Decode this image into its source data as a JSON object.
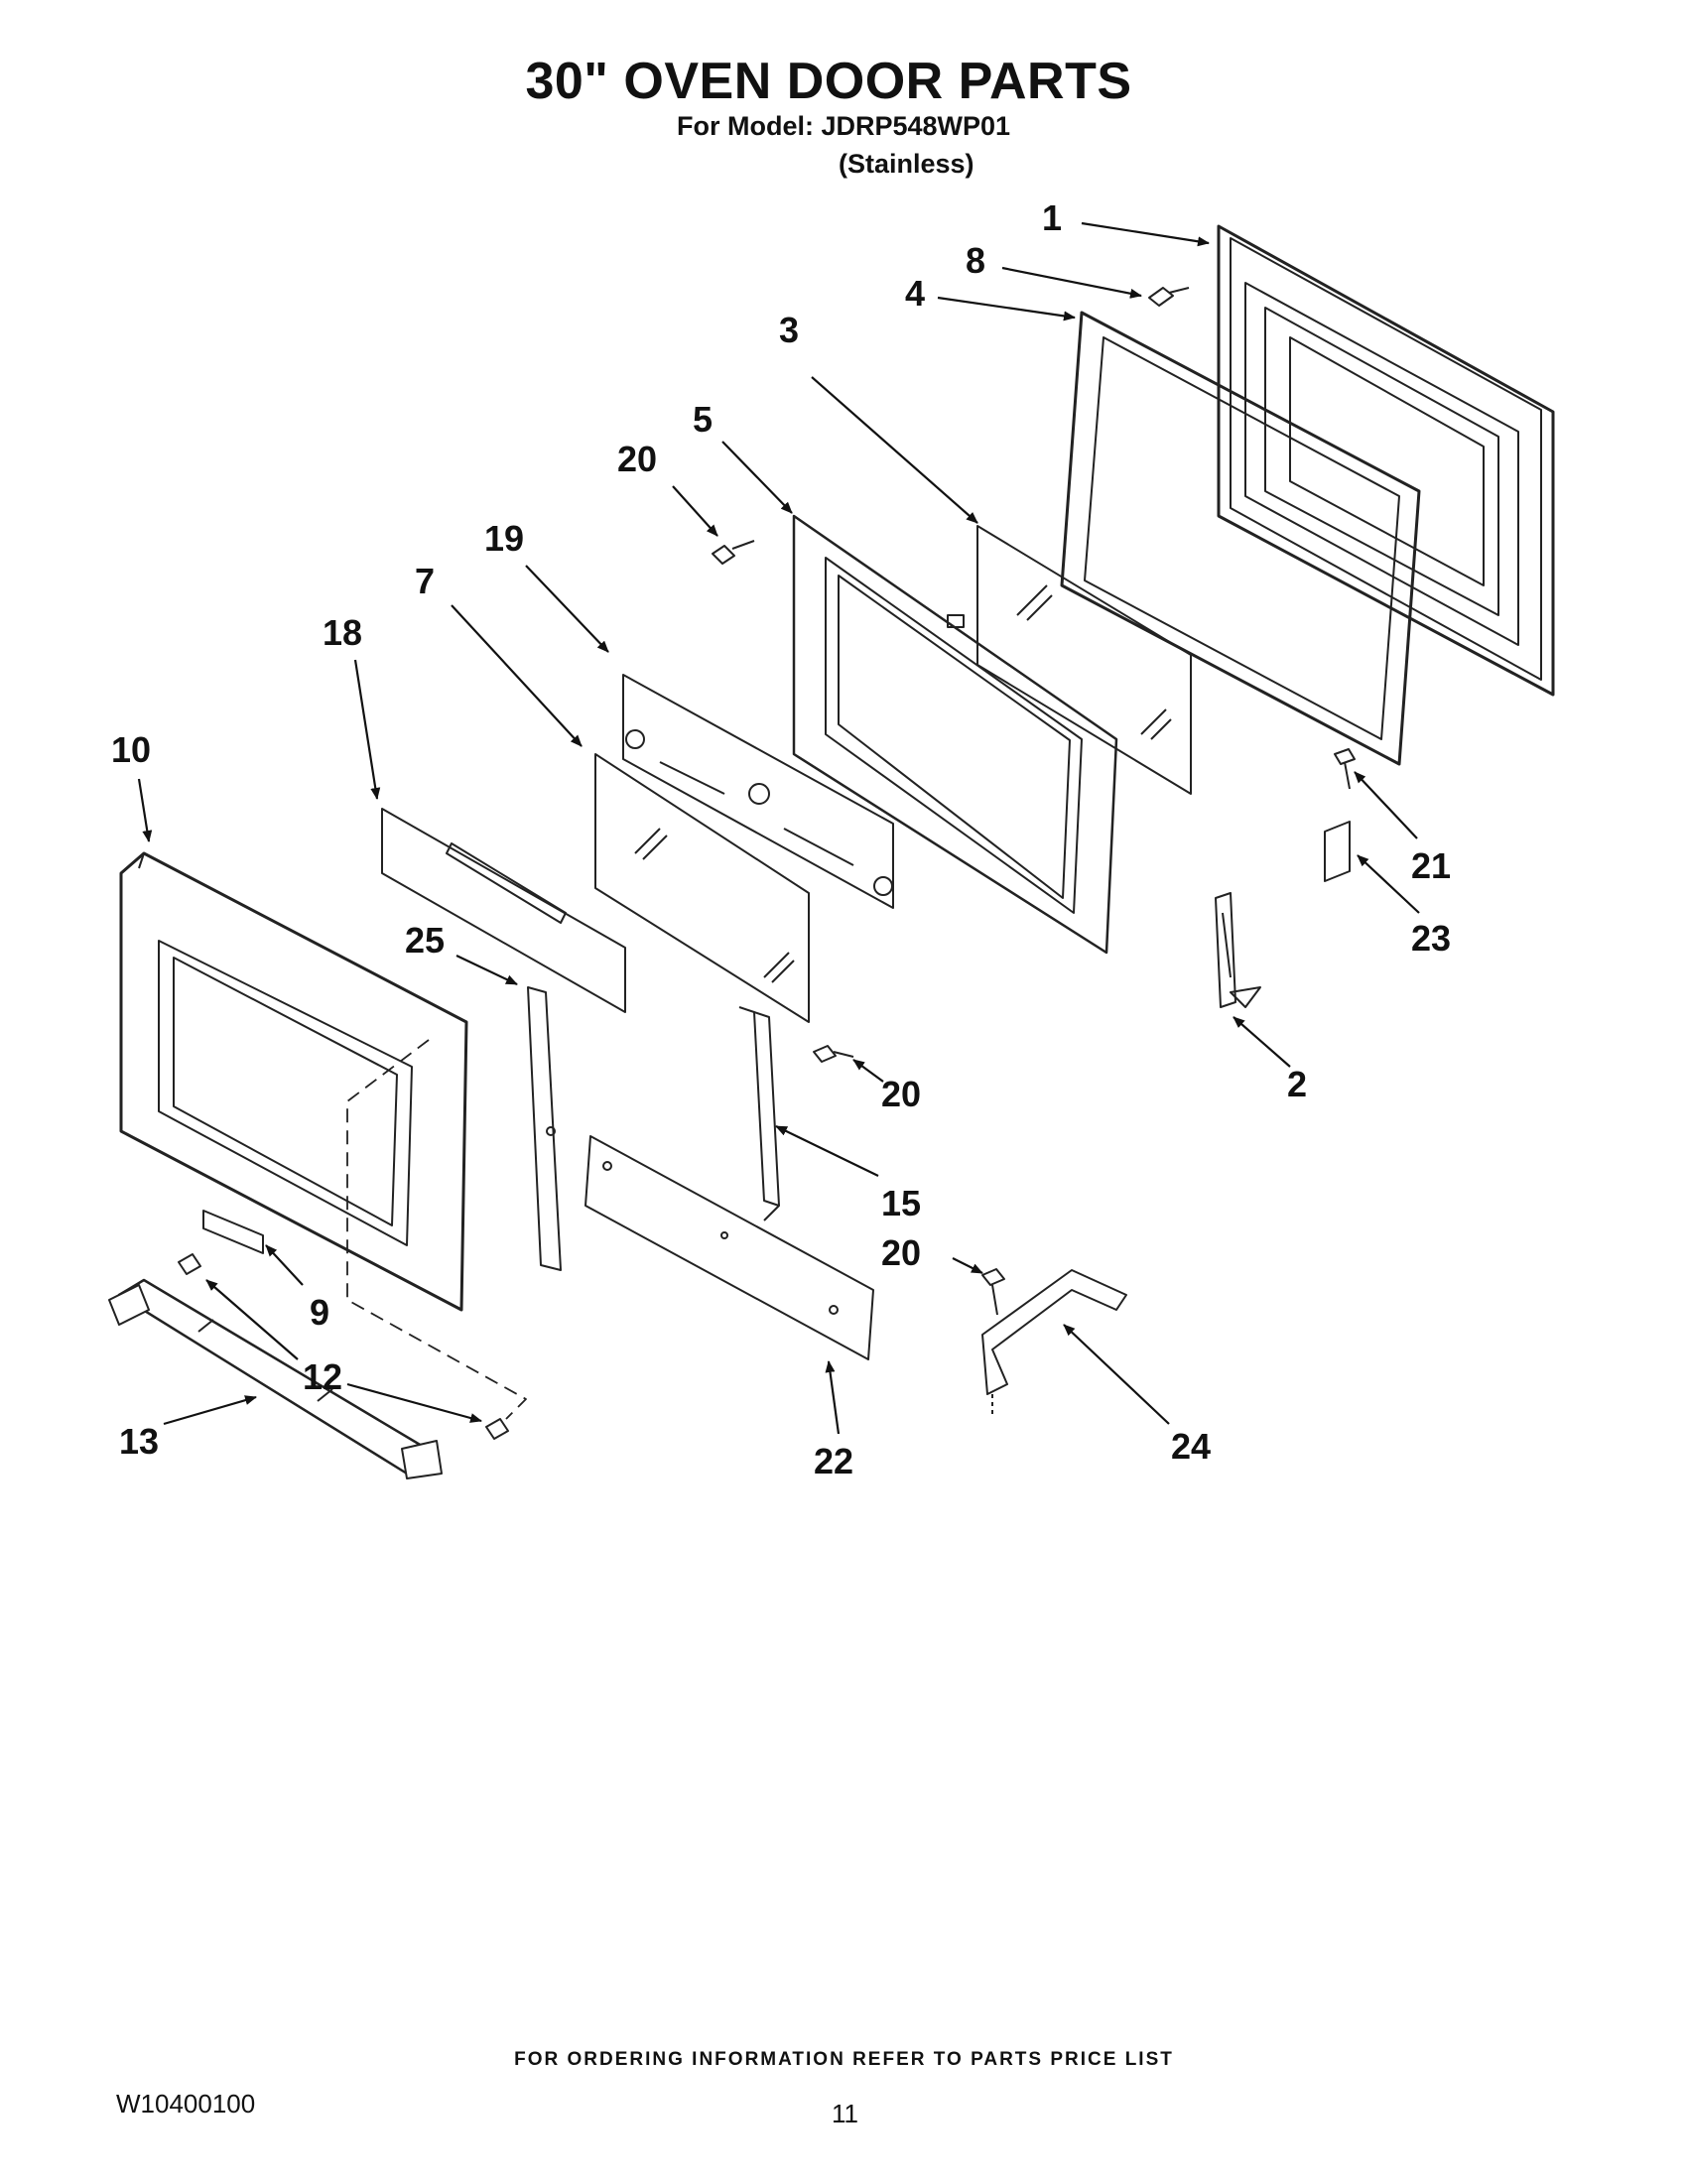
{
  "header": {
    "title": "30\" OVEN DOOR PARTS",
    "model": "For Model: JDRP548WP01",
    "variant": "(Stainless)"
  },
  "callouts": [
    {
      "id": "c1",
      "label": "1"
    },
    {
      "id": "c8",
      "label": "8"
    },
    {
      "id": "c4",
      "label": "4"
    },
    {
      "id": "c3",
      "label": "3"
    },
    {
      "id": "c5",
      "label": "5"
    },
    {
      "id": "c20a",
      "label": "20"
    },
    {
      "id": "c19",
      "label": "19"
    },
    {
      "id": "c7",
      "label": "7"
    },
    {
      "id": "c18",
      "label": "18"
    },
    {
      "id": "c10",
      "label": "10"
    },
    {
      "id": "c25",
      "label": "25"
    },
    {
      "id": "c21",
      "label": "21"
    },
    {
      "id": "c23",
      "label": "23"
    },
    {
      "id": "c2",
      "label": "2"
    },
    {
      "id": "c20b",
      "label": "20"
    },
    {
      "id": "c15",
      "label": "15"
    },
    {
      "id": "c20c",
      "label": "20"
    },
    {
      "id": "c9",
      "label": "9"
    },
    {
      "id": "c12",
      "label": "12"
    },
    {
      "id": "c13",
      "label": "13"
    },
    {
      "id": "c22",
      "label": "22"
    },
    {
      "id": "c24",
      "label": "24"
    }
  ],
  "footer": {
    "ordering_note": "FOR ORDERING INFORMATION REFER TO PARTS PRICE LIST",
    "doc_id": "W10400100",
    "page": "11"
  }
}
